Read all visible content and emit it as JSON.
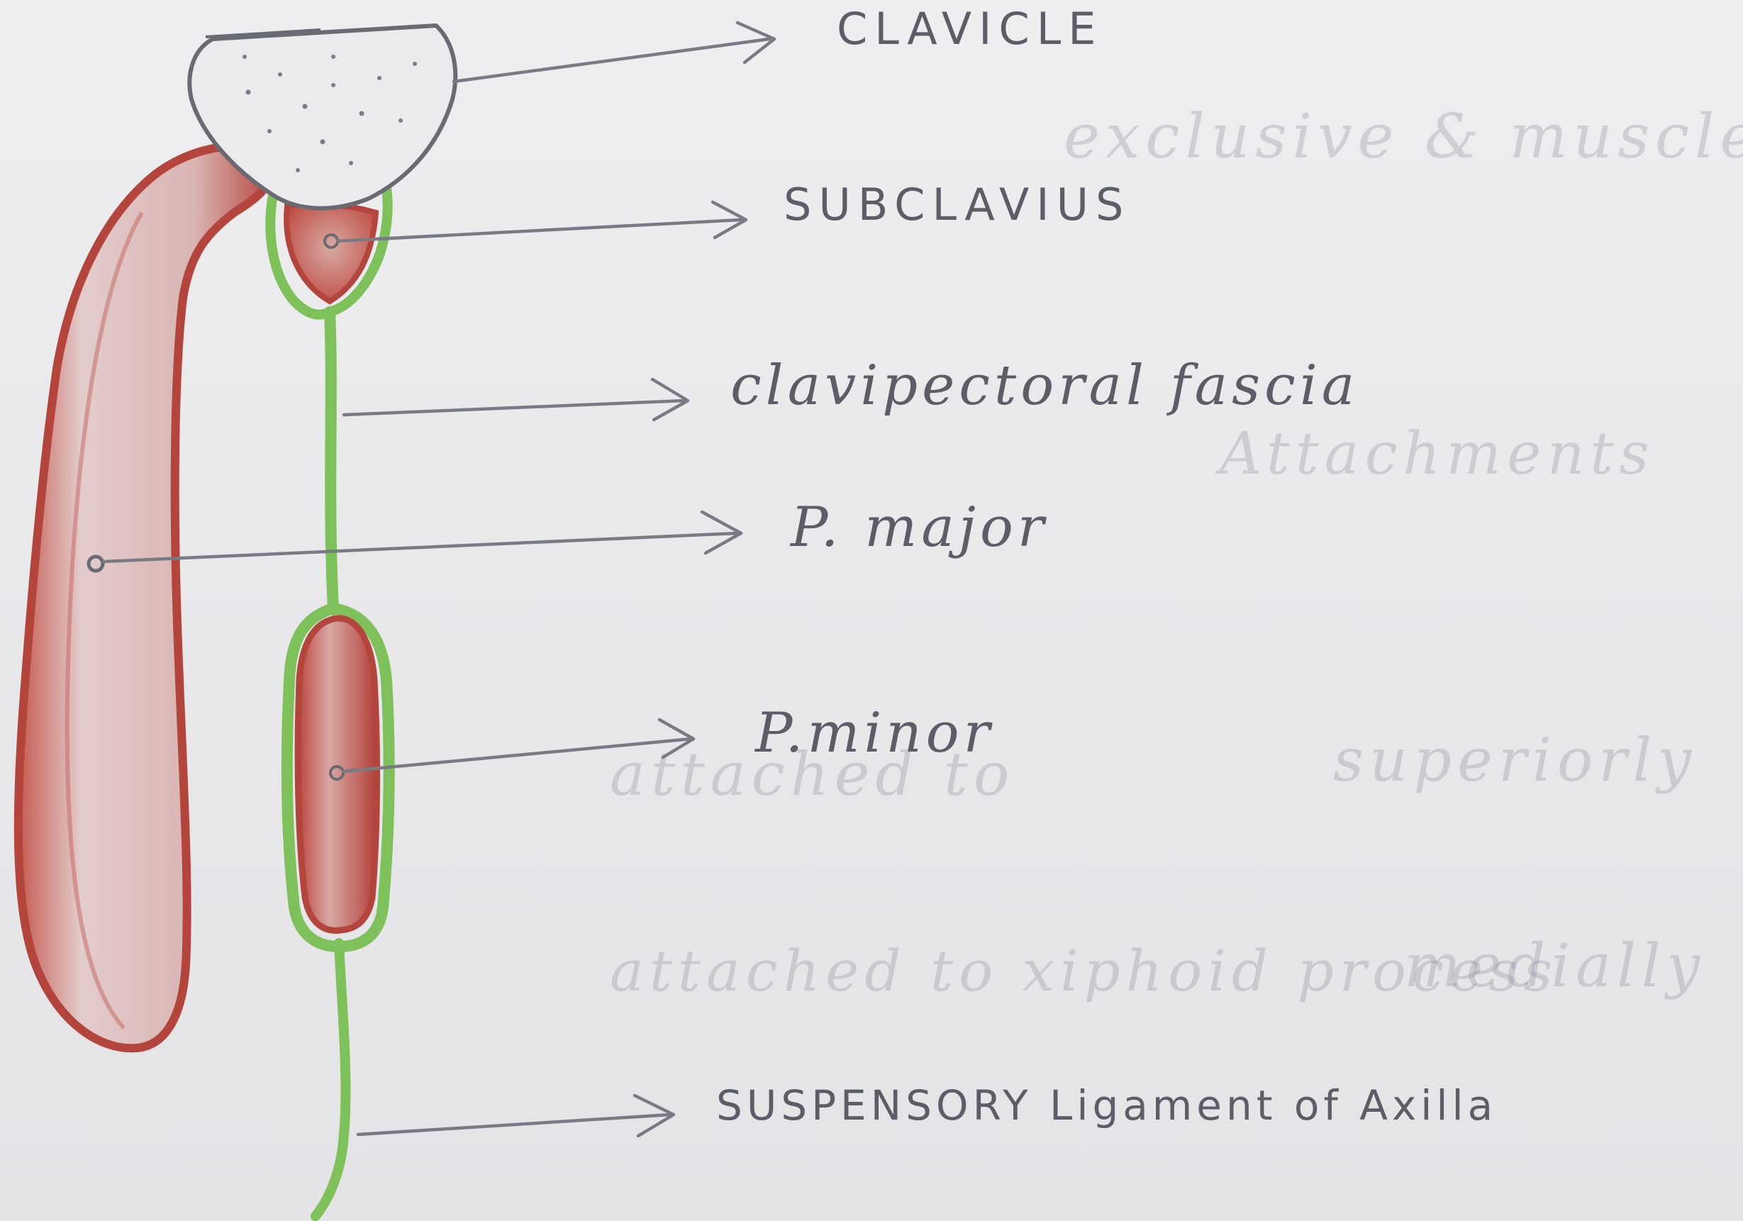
{
  "diagram": {
    "labels": {
      "clavicle": "CLAVICLE",
      "subclavius": "SUBCLAVIUS",
      "clavipectoral_fascia": "clavipectoral fascia",
      "pectoralis_major": "P. major",
      "pectoralis_minor": "P.minor",
      "suspensory_ligament": "SUSPENSORY Ligament of Axilla"
    },
    "colors": {
      "paper": "#e9e9ec",
      "ink": "#5d5d68",
      "muscle_red": "#b8473f",
      "muscle_fill": "#e2c7c7",
      "fascia_green": "#7ec05a",
      "bone_outline": "#6a6a72"
    }
  },
  "bleed_through": {
    "lines": [
      "exclusive & muscles",
      "Attachments",
      "superiorly",
      "attached to",
      "medially",
      "attached to xiphoid process"
    ]
  }
}
